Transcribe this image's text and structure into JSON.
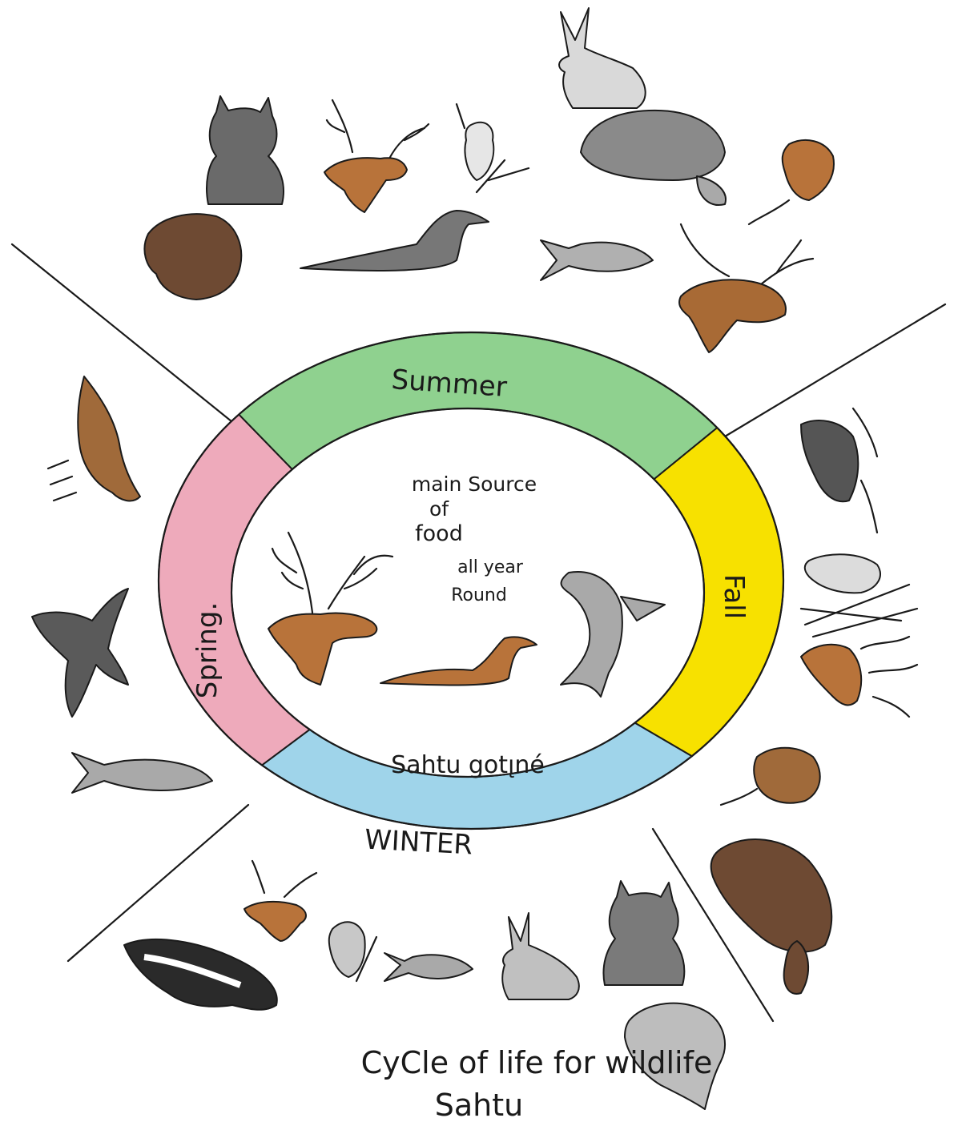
{
  "colors": {
    "summer": "#8fd18f",
    "fall": "#f7e100",
    "winter": "#9fd4ea",
    "spring": "#eeaabb",
    "ink": "#1a1a1a",
    "brown": "#b8733a",
    "dark_brown": "#6e4a33",
    "gray": "#a9a9a9",
    "dark_gray": "#5a5a5a"
  },
  "ring": {
    "summer": "Summer",
    "fall": "Fall",
    "winter": "WINTER",
    "spring": "Spring."
  },
  "center": {
    "line1": "main Source",
    "line2": "of",
    "line3": "food",
    "line4": "all year",
    "line5": "Round",
    "group": "Sahtu gotı̨né",
    "animals": [
      "caribou-icon",
      "loon-icon",
      "fish-icon"
    ]
  },
  "caption": {
    "line1": "CyCle of life for wildlife",
    "line2": "Sahtu"
  },
  "summer_animals": [
    "lynx-icon",
    "caribou-icon",
    "eagle-icon",
    "rabbit-icon",
    "beaver-icon",
    "squirrel-icon",
    "bear-icon",
    "loon-icon",
    "fish-icon",
    "moose-icon"
  ],
  "fall_animals": [
    "moose-icon",
    "ptarmigan-icon",
    "caribou-icon",
    "squirrel-icon",
    "beaver-icon"
  ],
  "winter_animals": [
    "caribou-icon",
    "ptarmigan-icon",
    "wolverine-icon",
    "fish-icon",
    "rabbit-icon",
    "lynx-icon",
    "bear-icon"
  ],
  "spring_animals": [
    "goose-icon",
    "duck-icon",
    "fish-icon"
  ]
}
